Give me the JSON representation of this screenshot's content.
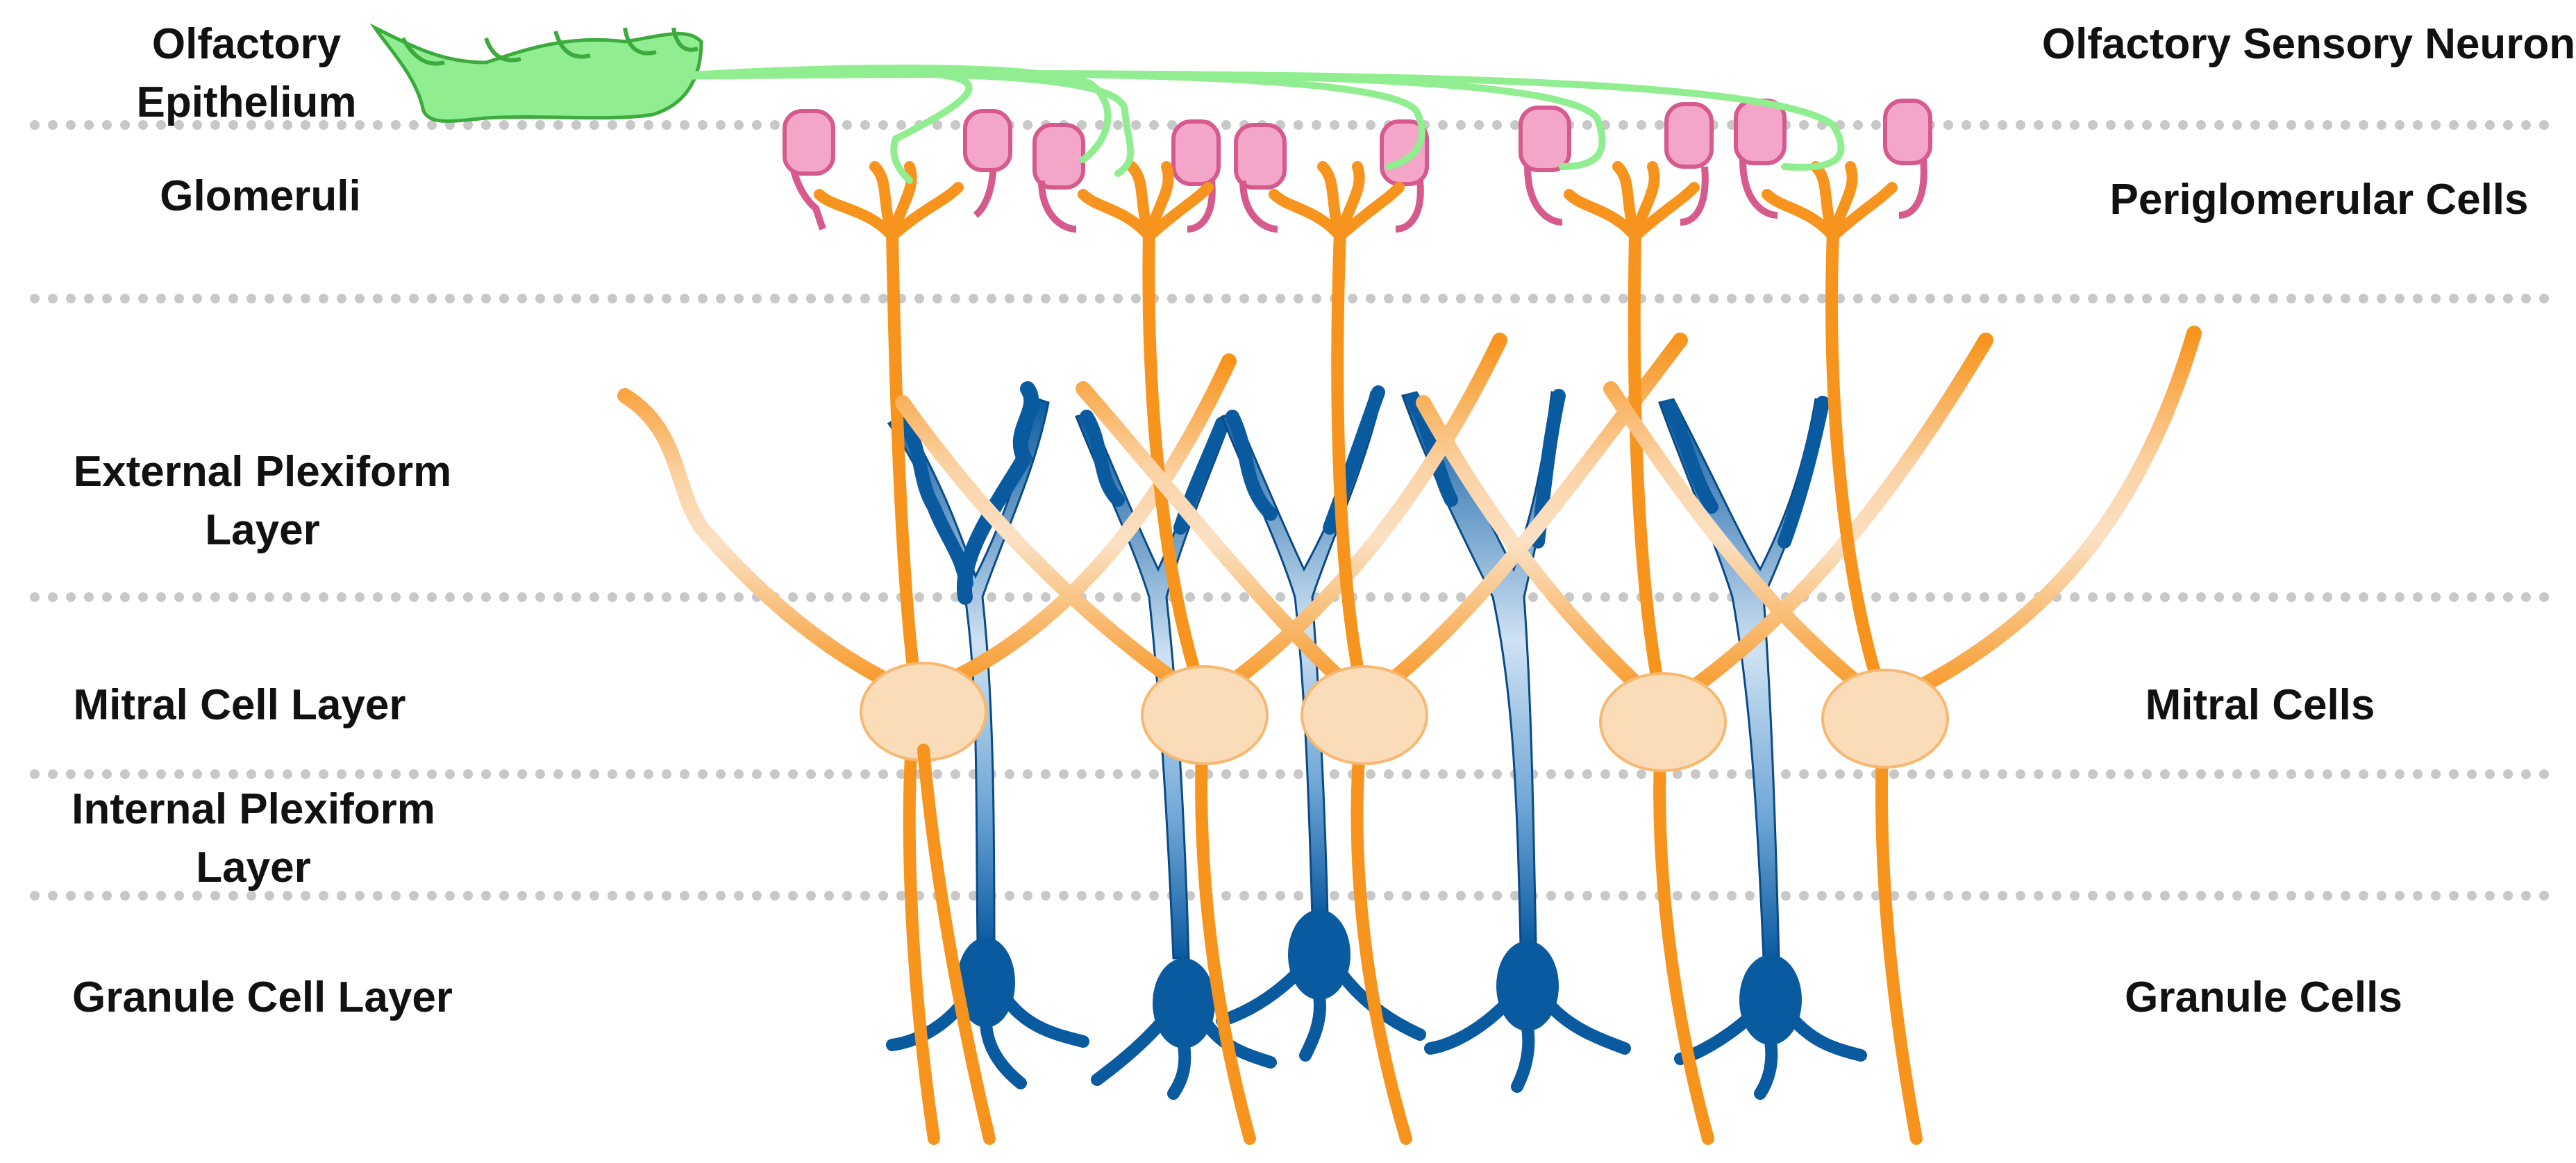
{
  "layer_labels": {
    "olfactory_epithelium": [
      "Olfactory",
      "Epithelium"
    ],
    "glomeruli": "Glomeruli",
    "external_plexiform": [
      "External Plexiform",
      "Layer"
    ],
    "mitral_cell_layer": "Mitral Cell Layer",
    "internal_plexiform": [
      "Internal Plexiform",
      "Layer"
    ],
    "granule_cell_layer": "Granule Cell Layer"
  },
  "cell_labels": {
    "olfactory_sensory_neuron": "Olfactory Sensory Neuron",
    "periglomerular_cells": "Periglomerular Cells",
    "mitral_cells": "Mitral Cells",
    "granule_cells": "Granule Cells"
  },
  "colors": {
    "sensory_neuron": "#90ee90",
    "sensory_neuron_outline": "#3daa3d",
    "periglomerular": "#f4a6c8",
    "periglomerular_outline": "#d65a8e",
    "mitral": "#f7941d",
    "mitral_light": "#fbdcb8",
    "granule": "#0a5aa0",
    "granule_light": "#cfe2f3",
    "divider": "#c8c8c8"
  }
}
